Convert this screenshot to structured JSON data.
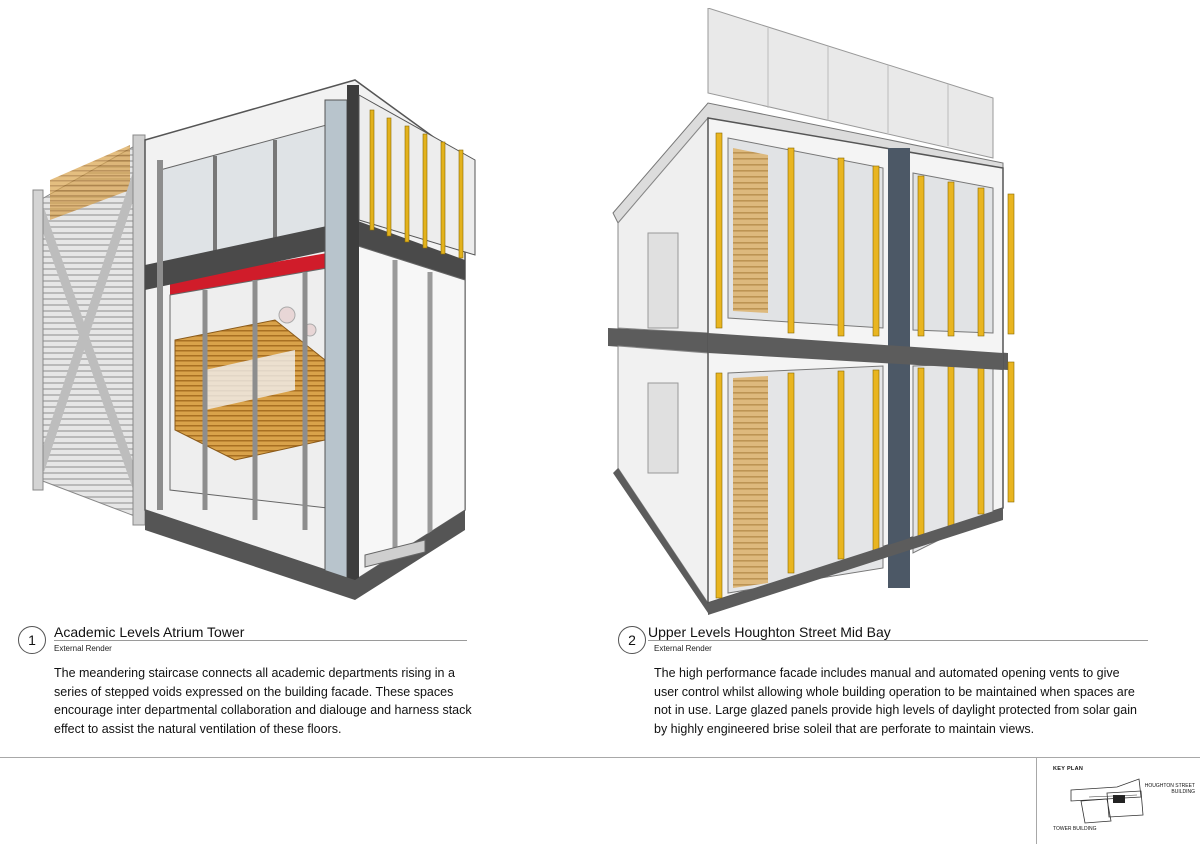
{
  "panels": [
    {
      "number": "1",
      "title": "Academic Levels Atrium Tower",
      "subtitle": "External Render",
      "description": "The meandering staircase connects all academic departments rising in a series of stepped voids expressed on the building facade. These spaces encourage inter departmental collaboration and dialouge and harness stack effect to assist the natural ventilation of these floors."
    },
    {
      "number": "2",
      "title": "Upper Levels Houghton Street Mid Bay",
      "subtitle": "External Render",
      "description": "The high performance facade includes manual and automated opening vents to give user control whilst allowing whole building operation to be maintained when spaces are not in use. Large glazed panels provide high levels of daylight protected from solar gain by highly engineered brise soleil that are perforate to maintain views."
    }
  ],
  "key_plan": {
    "title": "KEY PLAN",
    "label_top_line1": "HOUGHTON STREET",
    "label_top_line2": "BUILDING",
    "label_bottom": "TOWER BUILDING"
  }
}
